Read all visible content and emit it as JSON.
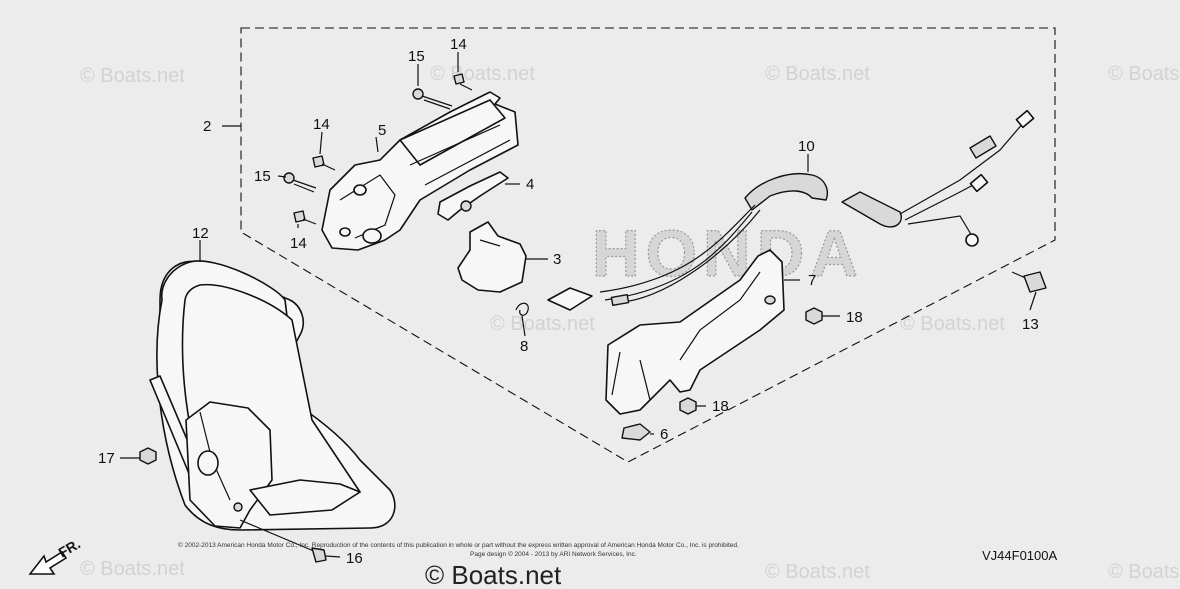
{
  "diagram": {
    "callouts": {
      "c2": "2",
      "c3": "3",
      "c4": "4",
      "c5": "5",
      "c6": "6",
      "c7": "7",
      "c8": "8",
      "c10": "10",
      "c12": "12",
      "c13": "13",
      "c14a": "14",
      "c14b": "14",
      "c14c": "14",
      "c15a": "15",
      "c15b": "15",
      "c16": "16",
      "c17": "17",
      "c18a": "18",
      "c18b": "18"
    },
    "direction_label": "FR.",
    "figure_code": "VJ44F0100A",
    "brand_mark": "HONDA",
    "copyright_line1": "© 2002-2013 American Honda Motor Co., Inc. Reproduction of the contents of this publication in whole or part without the express written approval of American Honda Motor Co., Inc. is prohibited.",
    "copyright_line2": "Page design © 2004 - 2013 by ARI Network Services, Inc.",
    "watermarks": [
      "© Boats.net",
      "© Boats.net",
      "© Boats.net",
      "© Boats.net",
      "© Boats.net",
      "© Boats.net",
      "© Boats.net",
      "© Boats.net",
      "© Boats.net"
    ],
    "watermark_bottom": "© Boats.net"
  }
}
